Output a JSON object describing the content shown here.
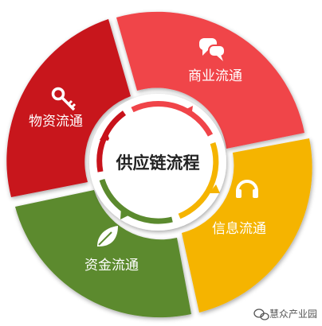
{
  "diagram": {
    "center_label": "供应链流程",
    "segments": [
      {
        "id": "commerce",
        "label": "商业流通",
        "icon": "chat-bubbles-icon",
        "color": "#f04449"
      },
      {
        "id": "information",
        "label": "信息流通",
        "icon": "headphones-icon",
        "color": "#f5b400"
      },
      {
        "id": "capital",
        "label": "资金流通",
        "icon": "leaf-icon",
        "color": "#5b8a2e"
      },
      {
        "id": "material",
        "label": "物资流通",
        "icon": "key-icon",
        "color": "#c8121b"
      }
    ]
  },
  "watermark": {
    "text": "慧众产业园"
  }
}
